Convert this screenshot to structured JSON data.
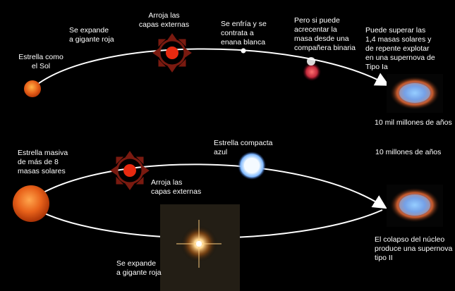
{
  "top_path": {
    "sun_label": "Estrella como\nel Sol",
    "red_giant_label": "Se expande\na gigante roja",
    "shed_layers_label": "Arroja las\ncapas externas",
    "white_dwarf_label": "Se enfría y se\ncontrata a\nenana blanca",
    "binary_label": "Pero si puede\nacrecentar la\nmasa desde una\ncompañera binaria",
    "supernova_label": "Puede superar las\n1,4 masas solares y\nde repente explotar\nen una supernova de\nTipo Ia",
    "time_label": "10 mil millones de años"
  },
  "bottom_path": {
    "massive_star_label": "Estrella masiva\nde más de 8\nmasas solares",
    "shed_layers_label": "Arroja las\ncapas externas",
    "compact_star_label": "Estrella compacta\nazul",
    "time_label": "10 millones de años",
    "red_giant_label": "Se expande\na gigante roja",
    "collapse_label": "El colapso del núcleo\nproduce una supernova\ntipo II"
  },
  "colors": {
    "background": "#000000",
    "path_line": "#ffffff",
    "star_orange": "#e8621a",
    "shed_arrows": "#7a1a10",
    "shed_core": "#e82a10",
    "compact_star": "#cfe8ff",
    "text": "#ffffff"
  }
}
